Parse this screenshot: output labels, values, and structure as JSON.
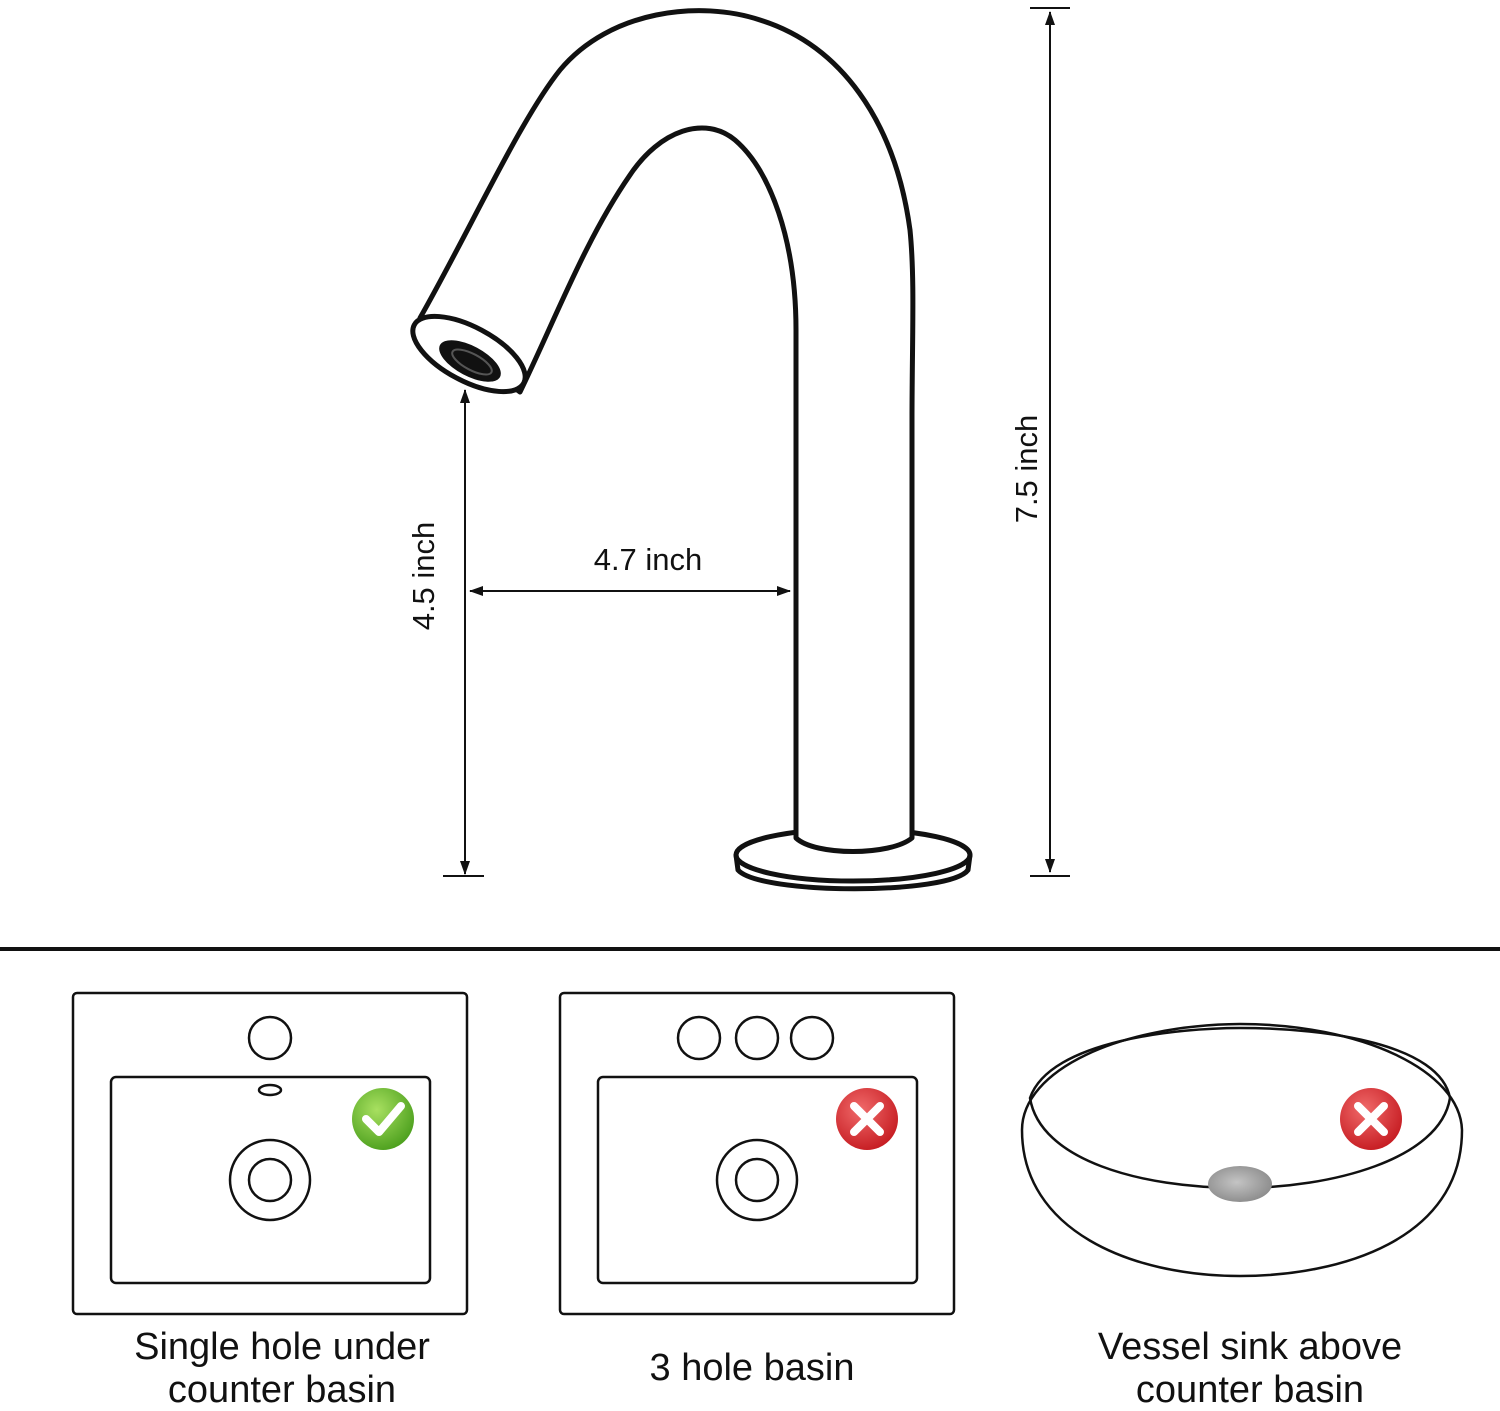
{
  "dimensions": {
    "spout_height": "4.5 inch",
    "reach": "4.7 inch",
    "total_height": "7.5 inch"
  },
  "basins": [
    {
      "caption_line1": "Single hole under",
      "caption_line2": "counter basin",
      "compatible": true,
      "badge_icon": "check-icon"
    },
    {
      "caption": "3 hole basin",
      "compatible": false,
      "badge_icon": "cross-icon"
    },
    {
      "caption_line1": "Vessel sink above",
      "caption_line2": "counter basin",
      "compatible": false,
      "badge_icon": "cross-icon"
    }
  ],
  "colors": {
    "line": "#111111",
    "check_green": "#5cb82a",
    "cross_red": "#d9232a",
    "drain_grey": "#9a9a9a"
  }
}
